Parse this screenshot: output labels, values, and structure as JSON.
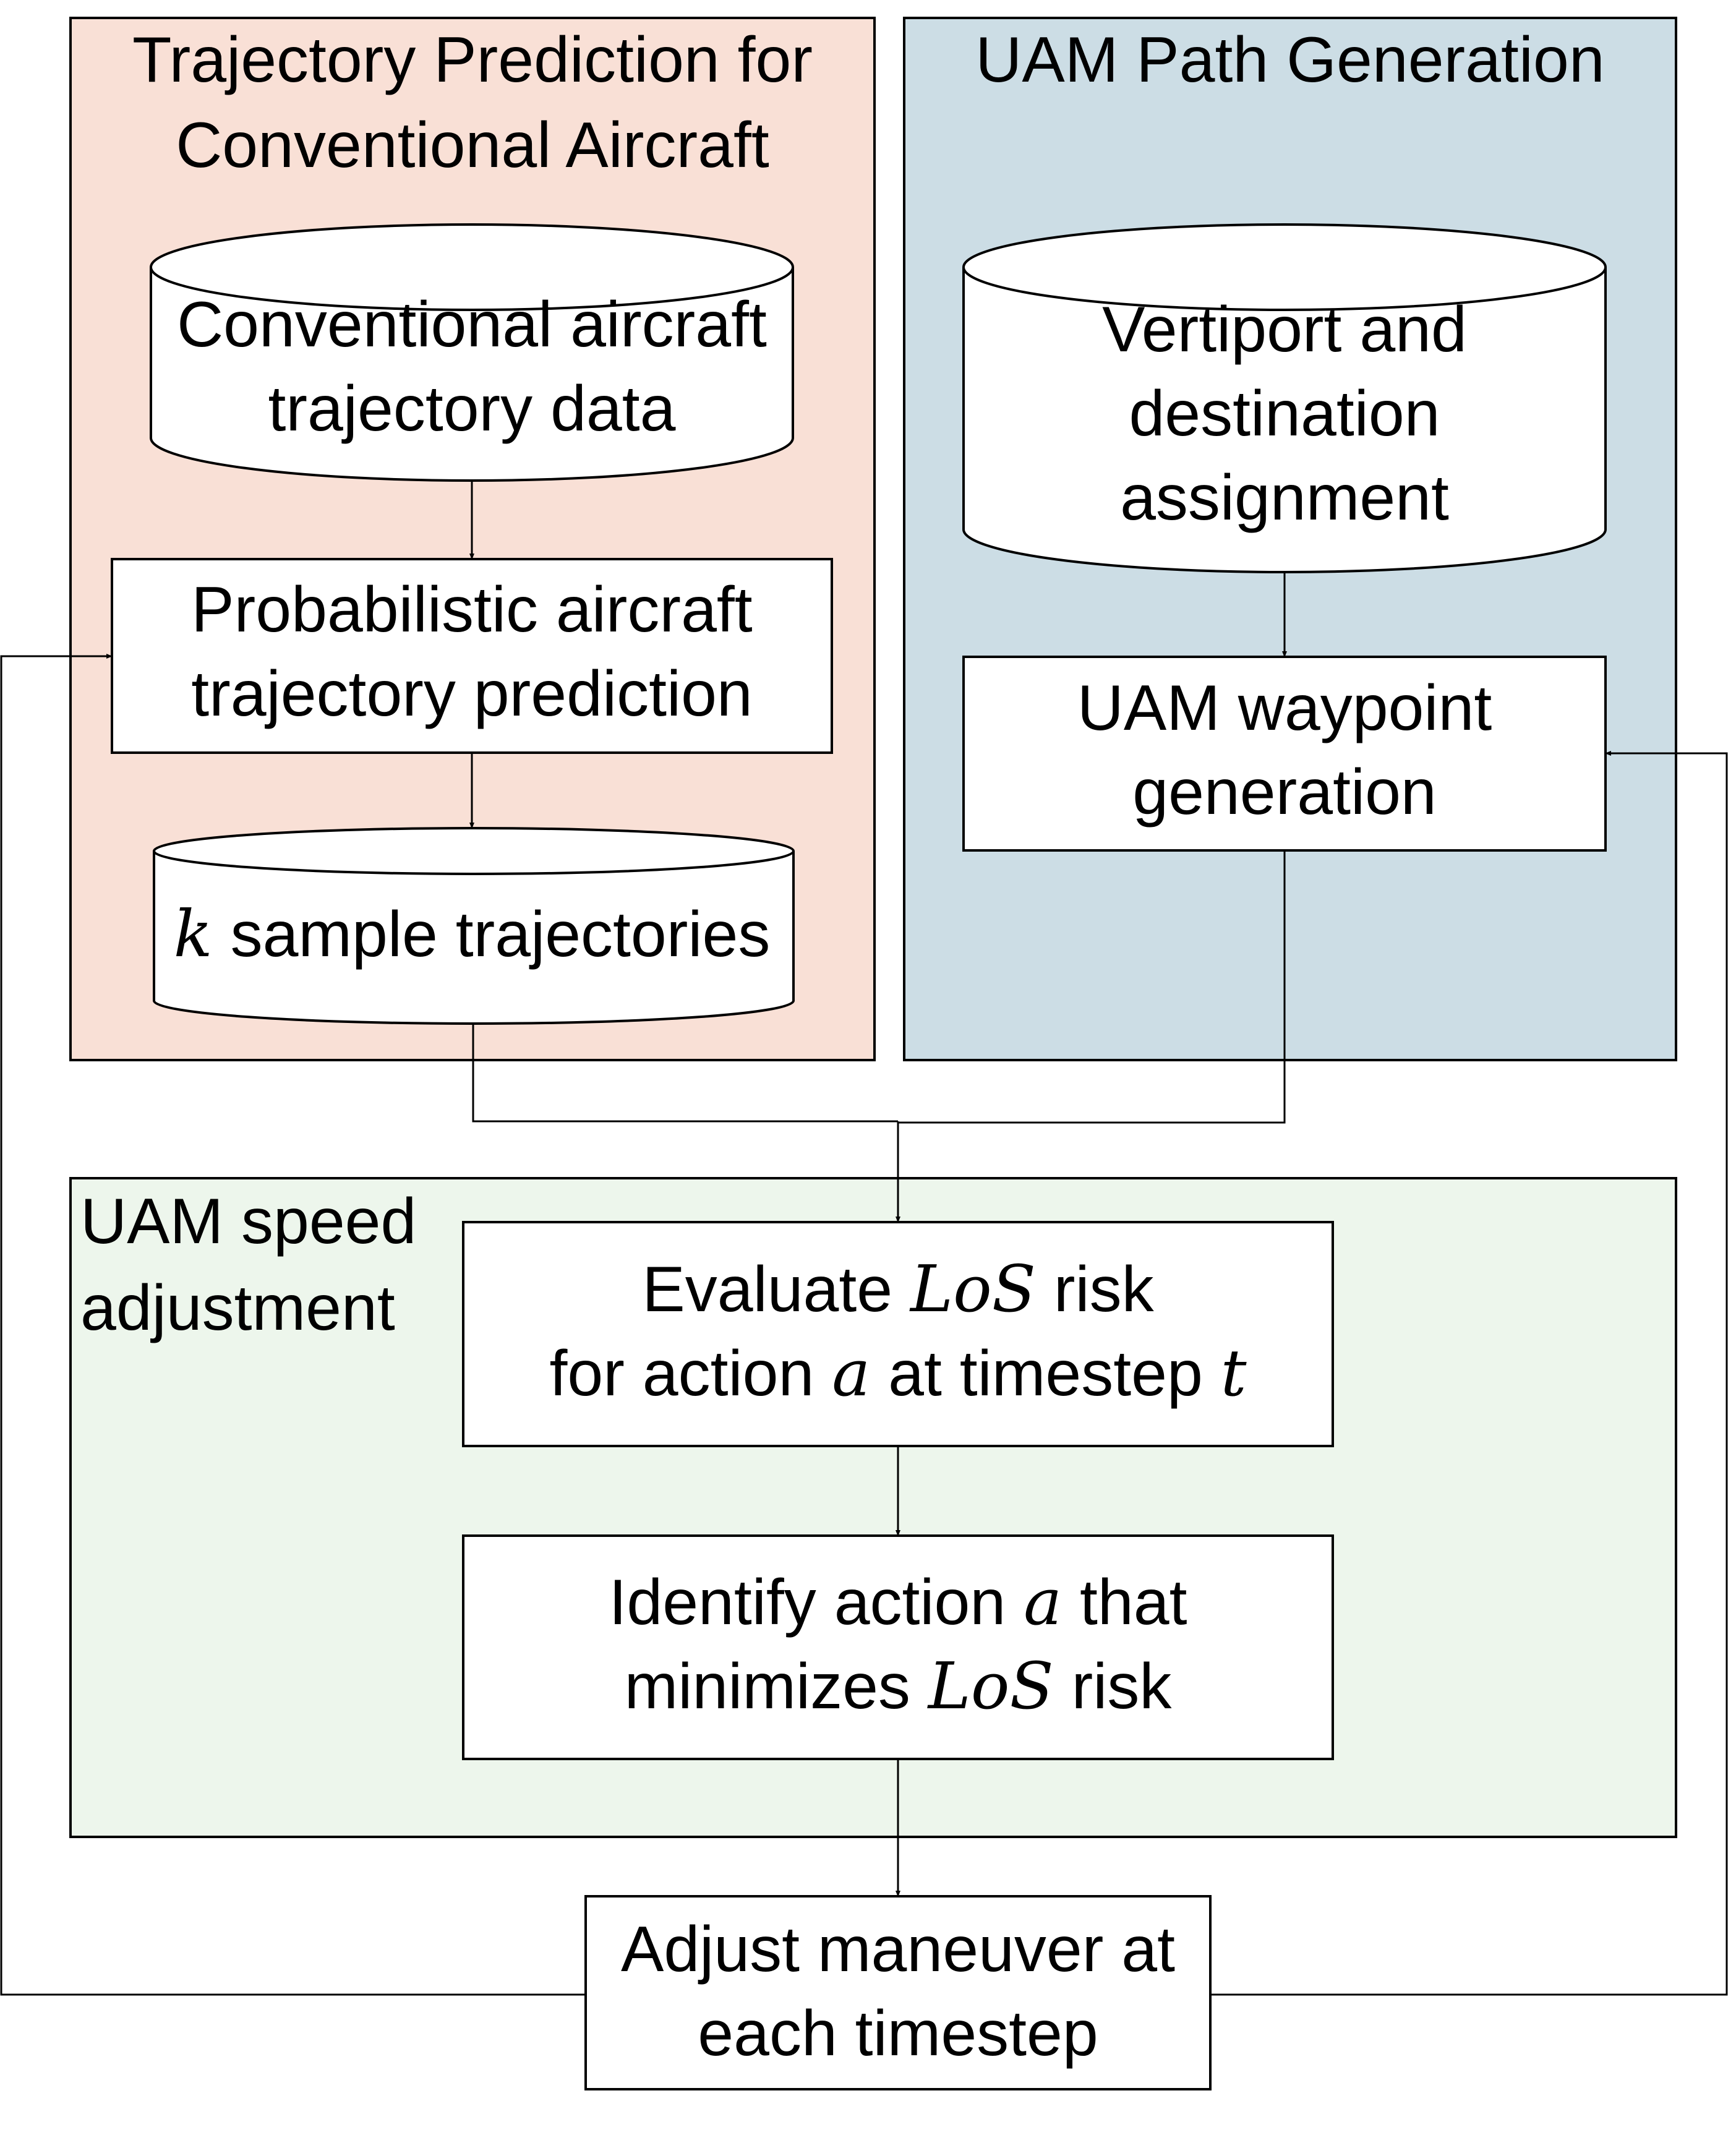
{
  "colors": {
    "trajectory_panel": "#f9e0d6",
    "path_panel": "#ccdde5",
    "speed_panel": "#edf6ec",
    "box": "#ffffff",
    "line": "#000000"
  },
  "panels": {
    "trajectory": {
      "title_line1": "Trajectory Prediction for",
      "title_line2": "Conventional Aircraft"
    },
    "path": {
      "title": "UAM Path Generation"
    },
    "speed": {
      "title_line1": "UAM speed",
      "title_line2": "adjustment"
    }
  },
  "nodes": {
    "trajectory_data": {
      "shape": "cylinder",
      "line1": "Conventional aircraft",
      "line2": "trajectory data"
    },
    "probabilistic_prediction": {
      "shape": "box",
      "line1": "Probabilistic aircraft",
      "line2": "trajectory prediction"
    },
    "sample_trajectories": {
      "shape": "cylinder",
      "var": "k",
      "text": " sample trajectories"
    },
    "vertiport_assignment": {
      "shape": "cylinder",
      "line1": "Vertiport and",
      "line2": "destination",
      "line3": "assignment"
    },
    "waypoint_generation": {
      "shape": "box",
      "line1": "UAM waypoint",
      "line2": "generation"
    },
    "evaluate_risk": {
      "shape": "box",
      "l1_pre": "Evaluate ",
      "l1_var": "LoS",
      "l1_post": " risk",
      "l2_pre": "for action ",
      "l2_var1": "a",
      "l2_mid": " at timestep ",
      "l2_var2": "t"
    },
    "identify_action": {
      "shape": "box",
      "l1_pre": "Identify action ",
      "l1_var": "a",
      "l1_post": " that",
      "l2_pre": "minimizes ",
      "l2_var": "LoS",
      "l2_post": " risk"
    },
    "adjust_maneuver": {
      "shape": "box",
      "line1": "Adjust maneuver at",
      "line2": "each timestep"
    }
  },
  "edges": [
    {
      "from": "trajectory_data",
      "to": "probabilistic_prediction"
    },
    {
      "from": "probabilistic_prediction",
      "to": "sample_trajectories"
    },
    {
      "from": "vertiport_assignment",
      "to": "waypoint_generation"
    },
    {
      "from": "sample_trajectories",
      "to": "evaluate_risk"
    },
    {
      "from": "waypoint_generation",
      "to": "evaluate_risk"
    },
    {
      "from": "evaluate_risk",
      "to": "identify_action"
    },
    {
      "from": "identify_action",
      "to": "adjust_maneuver"
    },
    {
      "from": "adjust_maneuver",
      "to": "probabilistic_prediction",
      "kind": "feedback"
    },
    {
      "from": "adjust_maneuver",
      "to": "waypoint_generation",
      "kind": "feedback"
    }
  ]
}
